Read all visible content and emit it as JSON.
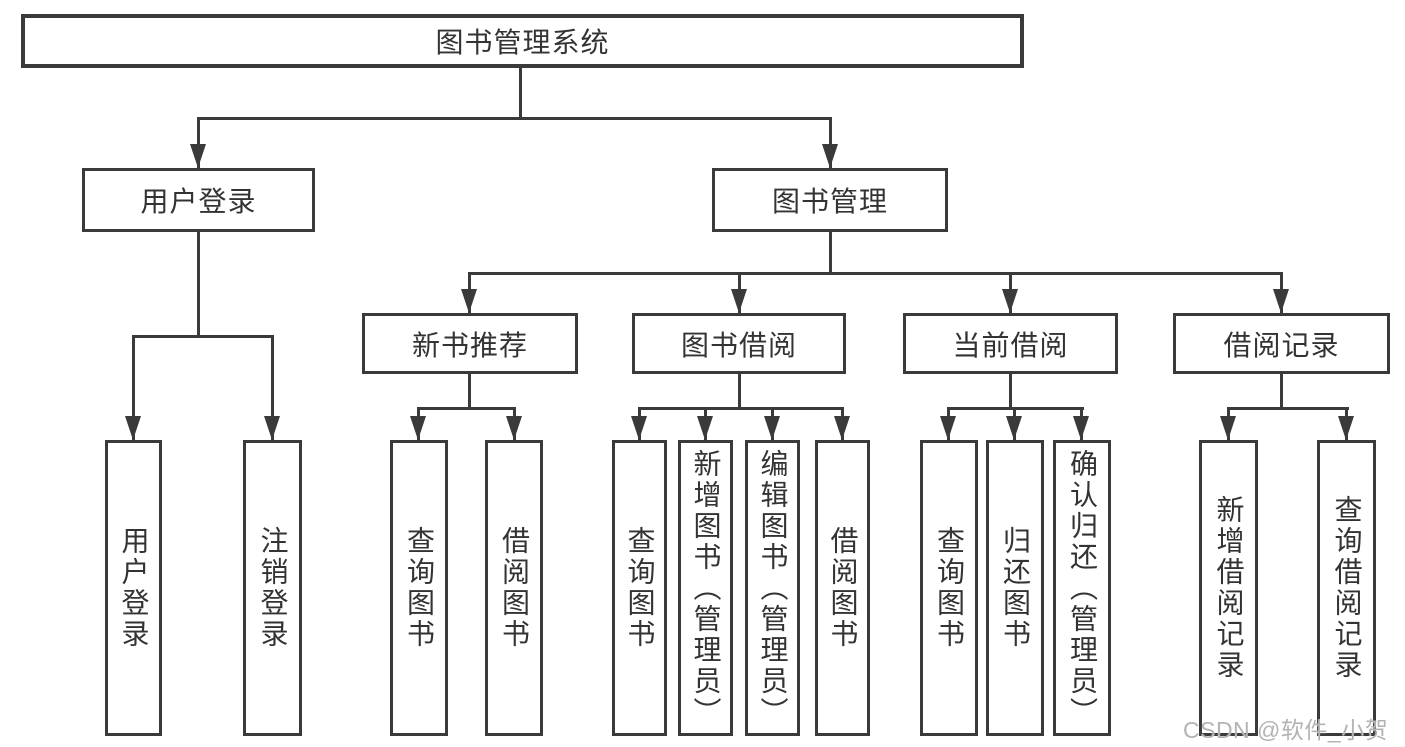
{
  "tree": {
    "root": "图书管理系统",
    "branches": [
      {
        "label": "用户登录",
        "children": [
          {
            "label": "用户登录"
          },
          {
            "label": "注销登录"
          }
        ]
      },
      {
        "label": "图书管理",
        "children": [
          {
            "label": "新书推荐",
            "children": [
              {
                "label": "查询图书"
              },
              {
                "label": "借阅图书"
              }
            ]
          },
          {
            "label": "图书借阅",
            "children": [
              {
                "label": "查询图书"
              },
              {
                "label": "新增图书（管理员）"
              },
              {
                "label": "编辑图书（管理员）"
              },
              {
                "label": "借阅图书"
              }
            ]
          },
          {
            "label": "当前借阅",
            "children": [
              {
                "label": "查询图书"
              },
              {
                "label": "归还图书"
              },
              {
                "label": "确认归还（管理员）"
              }
            ]
          },
          {
            "label": "借阅记录",
            "children": [
              {
                "label": "新增借阅记录"
              },
              {
                "label": "查询借阅记录"
              }
            ]
          }
        ]
      }
    ]
  },
  "watermark": "CSDN @软件_小贺同学",
  "colors": {
    "line": "#3a3a3a",
    "text": "#333333",
    "watermark": "#b3b3b3",
    "background": "#ffffff"
  }
}
